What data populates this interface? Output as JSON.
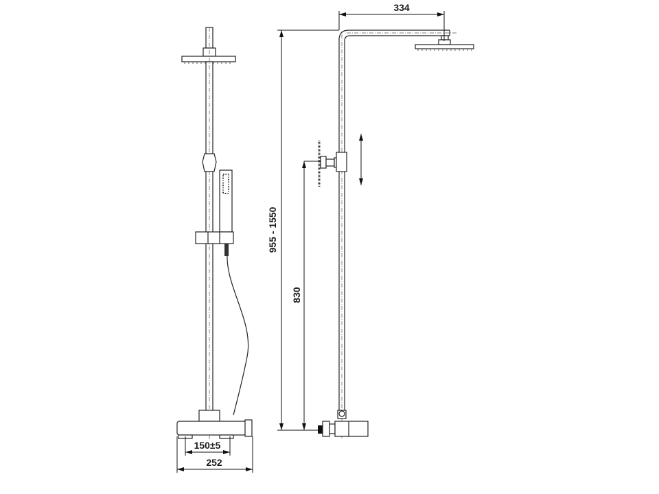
{
  "dimensions": {
    "arm_length": "334",
    "total_height": "955 - 1550",
    "outlet_height": "830",
    "inlet_spacing": "150±5",
    "mixer_width": "252"
  },
  "colors": {
    "line": "#222222",
    "background": "#ffffff"
  }
}
